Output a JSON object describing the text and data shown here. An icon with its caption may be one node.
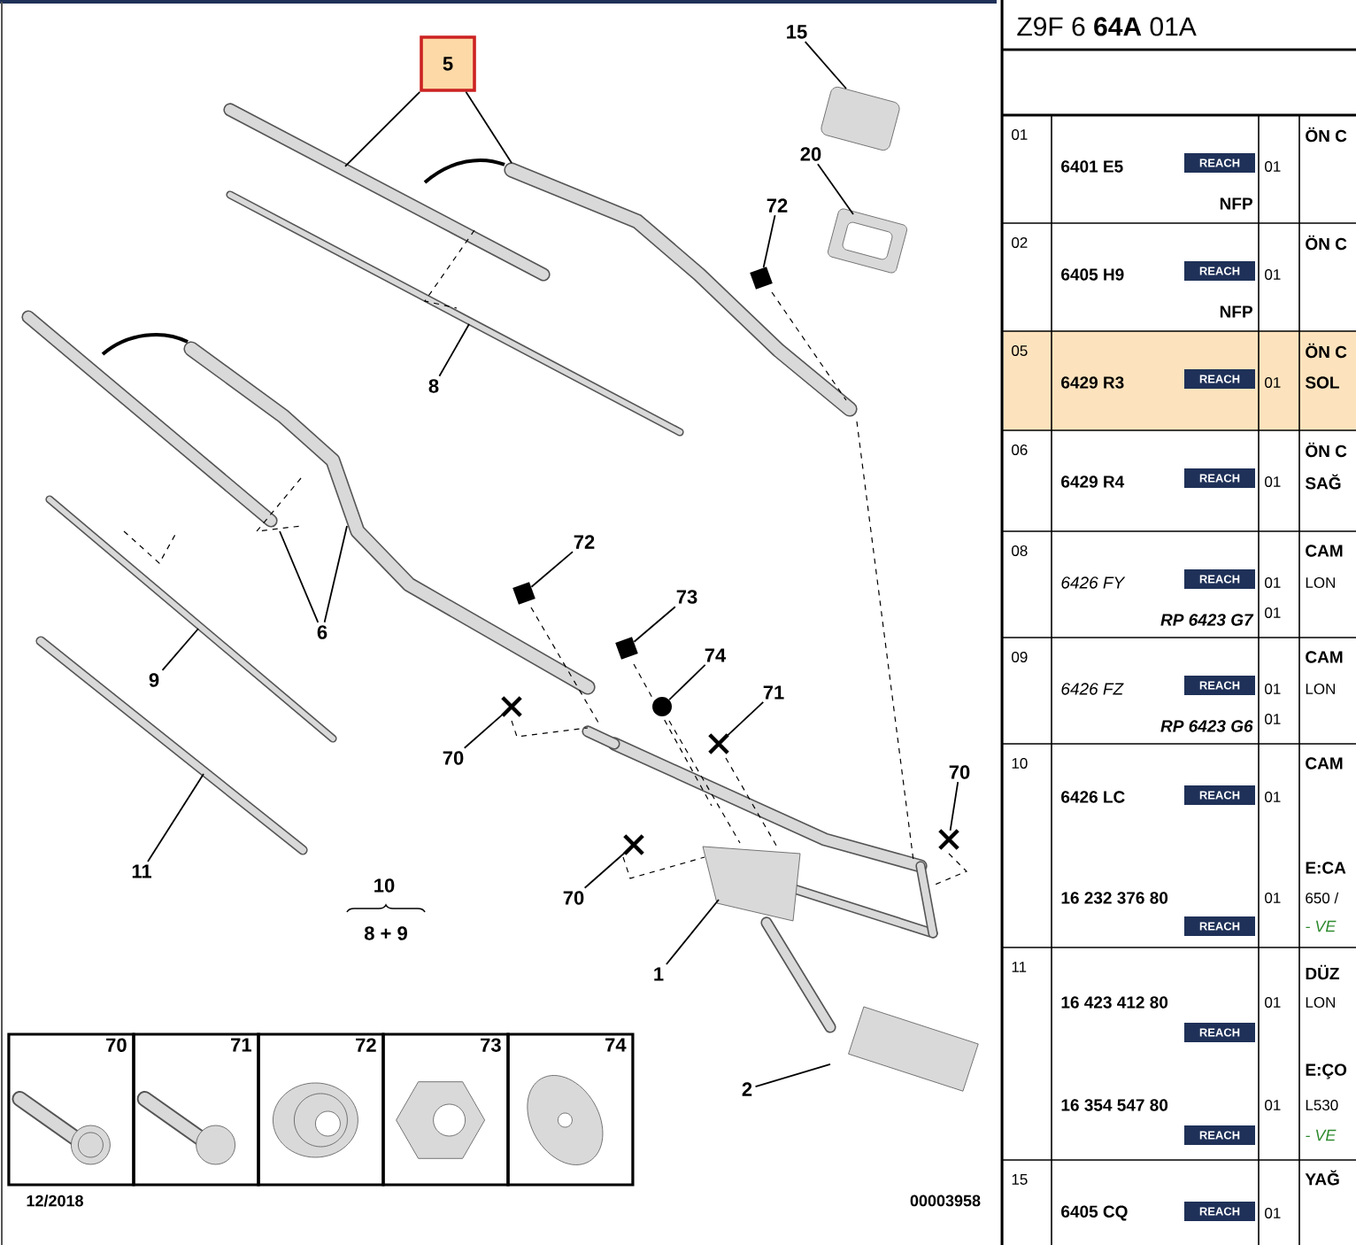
{
  "diagram": {
    "nodes": [
      {
        "text": [
          "5"
        ]
      },
      {
        "text": [
          "15"
        ]
      },
      {
        "text": [
          "20"
        ]
      },
      {
        "text": [
          "72"
        ]
      },
      {
        "text": [],
        "shape": "box"
      },
      {
        "text": [
          "8"
        ]
      },
      {
        "text": [
          "6"
        ]
      },
      {
        "text": [
          "72"
        ]
      },
      {
        "text": [],
        "shape": "box"
      },
      {
        "text": [
          "73"
        ]
      },
      {
        "text": [],
        "shape": "box"
      },
      {
        "text": [
          "74"
        ]
      },
      {
        "text": [],
        "shape": "circle"
      },
      {
        "text": [
          "71"
        ]
      },
      {
        "text": [],
        "shape": "cross"
      },
      {
        "text": [
          "70"
        ]
      },
      {
        "text": [],
        "shape": "cross"
      },
      {
        "text": [
          "70"
        ]
      },
      {
        "text": [],
        "shape": "cross"
      },
      {
        "text": [
          "70"
        ]
      },
      {
        "text": [],
        "shape": "cross"
      },
      {
        "text": [
          "9"
        ]
      },
      {
        "text": [
          "11"
        ]
      },
      {
        "text": [
          "1"
        ]
      },
      {
        "text": [
          "2"
        ]
      },
      {
        "text": [
          "70"
        ]
      },
      {
        "text": [
          "71"
        ]
      },
      {
        "text": [
          "72"
        ]
      },
      {
        "text": [
          "73"
        ]
      },
      {
        "text": [
          "74"
        ]
      }
    ],
    "edges": [
      {
        "from": 0,
        "to": null,
        "arrow": "none"
      },
      {
        "from": 0,
        "to": null,
        "arrow": "none"
      },
      {
        "from": 1,
        "to": null,
        "arrow": "none"
      },
      {
        "from": 2,
        "to": null,
        "arrow": "none"
      },
      {
        "from": 3,
        "to": 4,
        "arrow": "none"
      },
      {
        "from": 5,
        "to": null,
        "arrow": "none"
      },
      {
        "from": 6,
        "to": null,
        "arrow": "none"
      },
      {
        "from": 6,
        "to": null,
        "arrow": "none"
      },
      {
        "from": 7,
        "to": 8,
        "arrow": "none"
      },
      {
        "from": 9,
        "to": 10,
        "arrow": "none"
      },
      {
        "from": 11,
        "to": 12,
        "arrow": "none"
      },
      {
        "from": 13,
        "to": 14,
        "arrow": "none"
      },
      {
        "from": 15,
        "to": 16,
        "arrow": "none"
      },
      {
        "from": 17,
        "to": 18,
        "arrow": "none"
      },
      {
        "from": 19,
        "to": 20,
        "arrow": "none"
      },
      {
        "from": 21,
        "to": null,
        "arrow": "none"
      },
      {
        "from": 22,
        "to": null,
        "arrow": "none"
      },
      {
        "from": 23,
        "to": null,
        "arrow": "none"
      },
      {
        "from": 24,
        "to": null,
        "arrow": "none"
      }
    ],
    "labels": [
      "10",
      "8 + 9",
      "12/2018",
      "00003958",
      "Z9F 6 **64A** 01A",
      "01",
      "ÖN C",
      "6401 E5",
      "REACH",
      "01",
      "NFP",
      "02",
      "ÖN C",
      "6405 H9",
      "REACH",
      "01",
      "NFP",
      "05",
      "ÖN C",
      "6429 R3",
      "REACH",
      "01",
      "SOL",
      "06",
      "ÖN C",
      "6429 R4",
      "REACH",
      "01",
      "SAĞ",
      "08",
      "CAM",
      "6426 FY",
      "REACH",
      "01",
      "LON",
      "RP 6423 G7",
      "01",
      "09",
      "CAM",
      "6426 FZ",
      "REACH",
      "01",
      "LON",
      "RP 6423 G6",
      "01",
      "10",
      "CAM",
      "6426 LC",
      "REACH",
      "01",
      "E:CA",
      "16 232 376 80",
      "01",
      "650 /",
      "REACH",
      "- VE",
      "11",
      "DÜZ",
      "16 423 412 80",
      "01",
      "LON",
      "REACH",
      "E:ÇO",
      "16 354 547 80",
      "01",
      "L530",
      "REACH",
      "- VE",
      "15",
      "YAĞ",
      "6405 CQ",
      "REACH",
      "01"
    ]
  }
}
